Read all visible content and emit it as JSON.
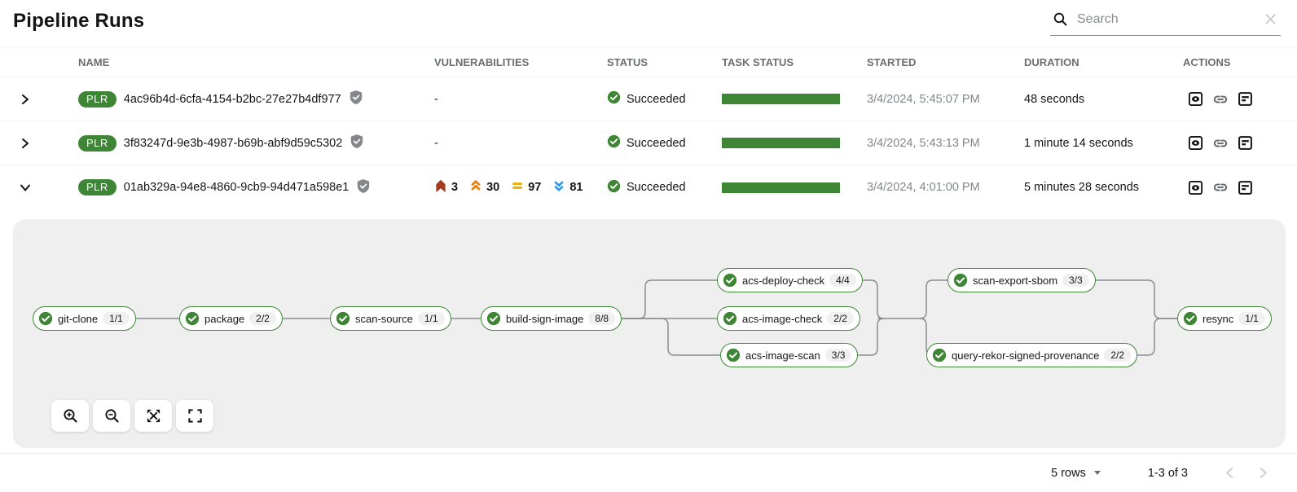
{
  "page": {
    "title": "Pipeline Runs"
  },
  "search": {
    "placeholder": "Search"
  },
  "table": {
    "headers": {
      "name": "NAME",
      "vulnerabilities": "VULNERABILITIES",
      "status": "STATUS",
      "task_status": "TASK STATUS",
      "started": "STARTED",
      "duration": "DURATION",
      "actions": "ACTIONS"
    },
    "rows": [
      {
        "badge": "PLR",
        "name": "4ac96b4d-6cfa-4154-b2bc-27e27b4df977",
        "vulnerabilities_empty": "-",
        "status": "Succeeded",
        "started": "3/4/2024, 5:45:07 PM",
        "duration": "48 seconds"
      },
      {
        "badge": "PLR",
        "name": "3f83247d-9e3b-4987-b69b-abf9d59c5302",
        "vulnerabilities_empty": "-",
        "status": "Succeeded",
        "started": "3/4/2024, 5:43:13 PM",
        "duration": "1 minute 14 seconds"
      },
      {
        "badge": "PLR",
        "name": "01ab329a-94e8-4860-9cb9-94d471a598e1",
        "vulnerabilities": {
          "critical": "3",
          "high": "30",
          "medium": "97",
          "low": "81"
        },
        "status": "Succeeded",
        "started": "3/4/2024, 4:01:00 PM",
        "duration": "5 minutes 28 seconds"
      }
    ]
  },
  "pipeline_graph": {
    "tasks": [
      {
        "name": "git-clone",
        "completed": "1/1",
        "status": "Succeeded"
      },
      {
        "name": "package",
        "completed": "2/2",
        "status": "Succeeded"
      },
      {
        "name": "scan-source",
        "completed": "1/1",
        "status": "Succeeded"
      },
      {
        "name": "build-sign-image",
        "completed": "8/8",
        "status": "Succeeded"
      },
      {
        "name": "acs-deploy-check",
        "completed": "4/4",
        "status": "Succeeded"
      },
      {
        "name": "acs-image-check",
        "completed": "2/2",
        "status": "Succeeded"
      },
      {
        "name": "acs-image-scan",
        "completed": "3/3",
        "status": "Succeeded"
      },
      {
        "name": "scan-export-sbom",
        "completed": "3/3",
        "status": "Succeeded"
      },
      {
        "name": "query-rekor-signed-provenance",
        "completed": "2/2",
        "status": "Succeeded"
      },
      {
        "name": "resync",
        "completed": "1/1",
        "status": "Succeeded"
      }
    ]
  },
  "footer": {
    "rows_per_page": "5 rows",
    "range": "1-3 of 3"
  },
  "colors": {
    "success_green": "#3e8635",
    "severity_critical": "#a63a1f",
    "severity_high": "#ec7a08",
    "severity_medium": "#f0ab00",
    "severity_low": "#2b9af3",
    "panel_background": "#efefef"
  }
}
